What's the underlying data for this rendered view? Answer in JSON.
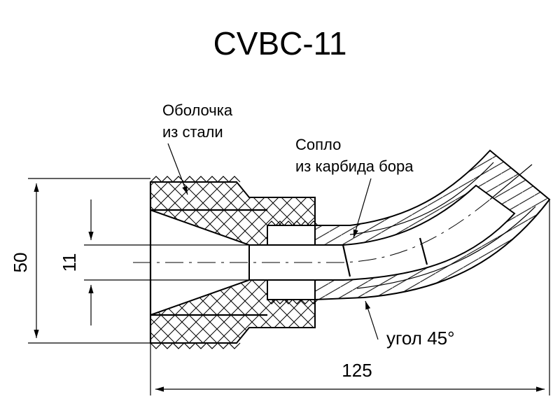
{
  "title": "CVBC-11",
  "callouts": {
    "shell_line1": "Оболочка",
    "shell_line2": "из стали",
    "nozzle_line1": "Сопло",
    "nozzle_line2": "из карбида бора",
    "angle": "угол 45°"
  },
  "dimensions": {
    "outer_diameter": "50",
    "bore_diameter": "11",
    "length": "125"
  }
}
